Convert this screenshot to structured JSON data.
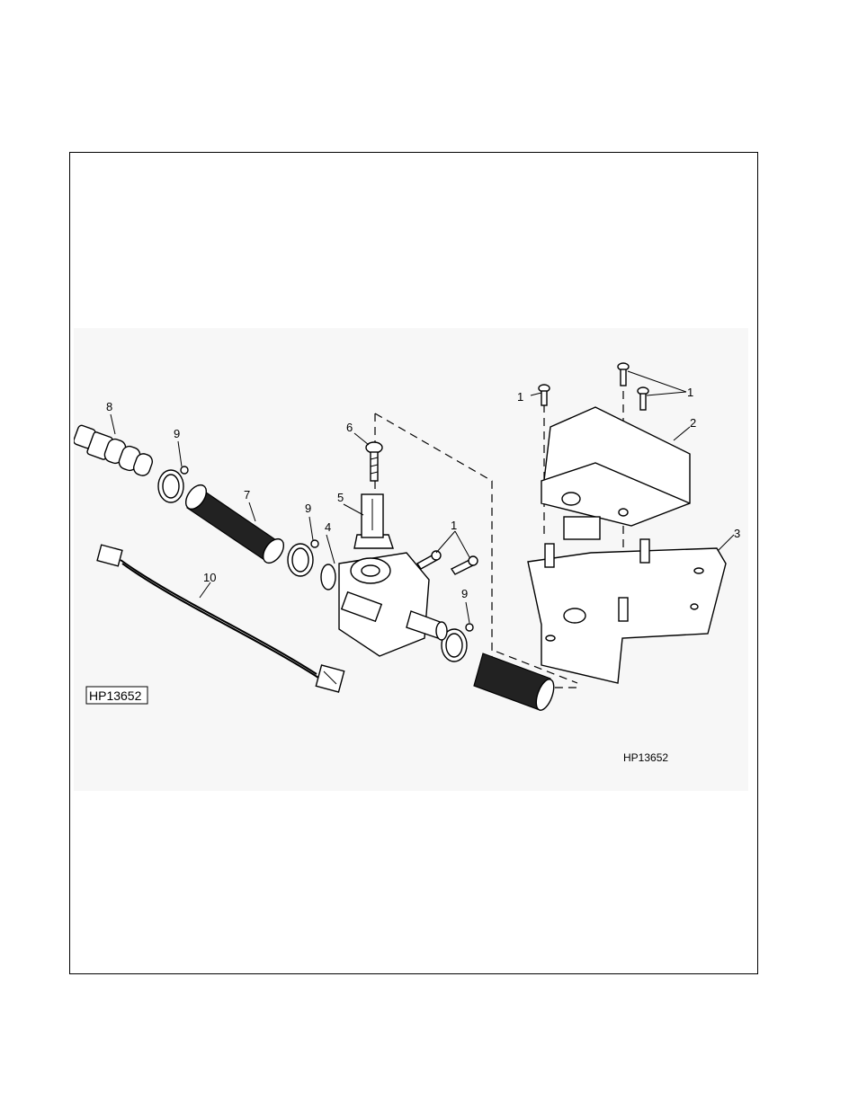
{
  "figure": {
    "boxed_label": "HP13652",
    "corner_label": "HP13652",
    "callouts": {
      "c1a": "1",
      "c1b": "1",
      "c1c": "1",
      "c2": "2",
      "c3": "3",
      "c4": "4",
      "c5": "5",
      "c6": "6",
      "c7": "7",
      "c8": "8",
      "c9a": "9",
      "c9b": "9",
      "c9c": "9",
      "c10": "10"
    }
  }
}
